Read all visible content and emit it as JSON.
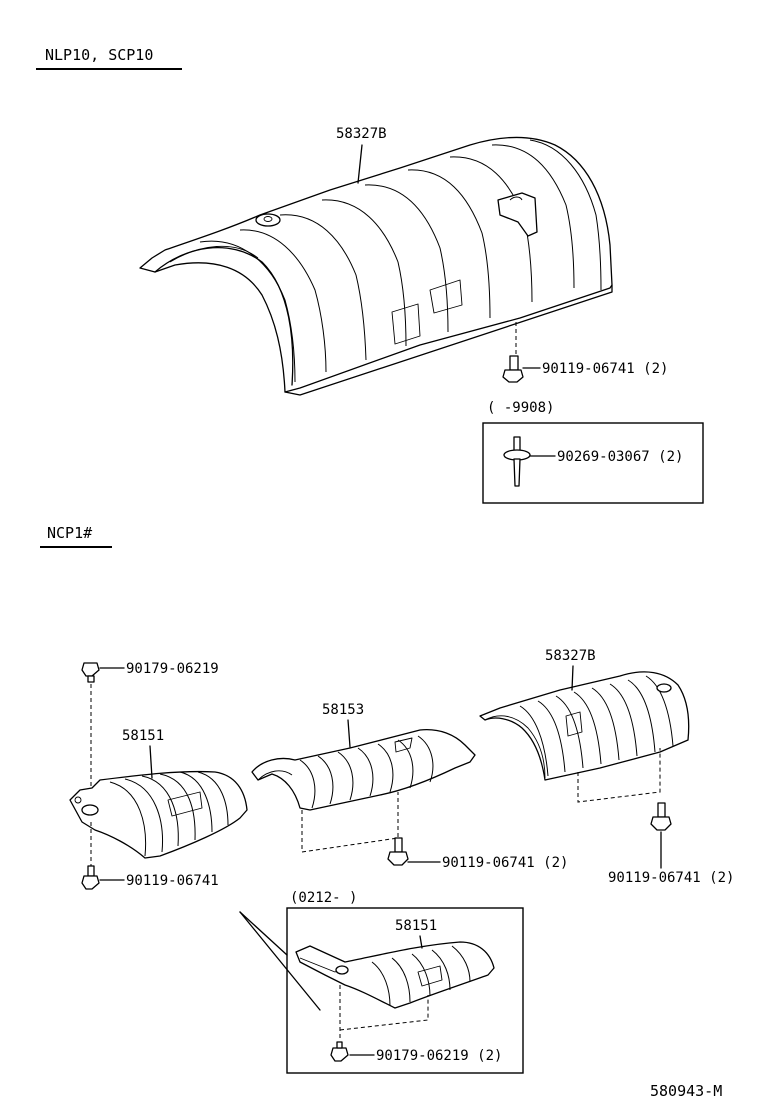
{
  "sections": {
    "top": "NLP10, SCP10",
    "bottom": "NCP1#"
  },
  "top_diagram": {
    "part_cover": "58327B",
    "bolt": "90119-06741 (2)",
    "date_range": "(      -9908)",
    "rivet": "90269-03067 (2)"
  },
  "bottom_diagram": {
    "left_bolt_top": "90179-06219",
    "left_cover": "58151",
    "left_bolt_bottom": "90119-06741",
    "center_cover": "58153",
    "center_bolt": "90119-06741 (2)",
    "right_cover": "58327B",
    "right_bolt": "90119-06741 (2)",
    "inset_date_range": "(0212-      )",
    "inset_cover": "58151",
    "inset_bolt": "90179-06219 (2)"
  },
  "figure_id": "580943-M"
}
